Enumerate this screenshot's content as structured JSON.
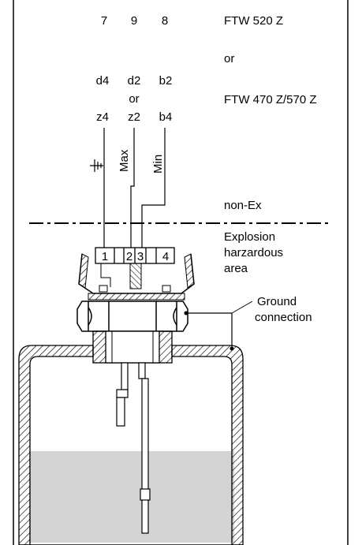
{
  "models": {
    "primary": "FTW 520 Z",
    "or_label": "or",
    "alternate": "FTW 470 Z/570 Z"
  },
  "wire_numbers": [
    "7",
    "9",
    "8"
  ],
  "primary_pins": [
    "d4",
    "d2",
    "b2"
  ],
  "middle_or": "or",
  "alternate_pins": [
    "z4",
    "z2",
    "b4"
  ],
  "wire_labels": {
    "max": "Max",
    "min": "Min"
  },
  "zones": {
    "safe": "non-Ex",
    "hazardous_line1": "Explosion",
    "hazardous_line2": "harzardous",
    "hazardous_line3": "area"
  },
  "terminals": [
    "1",
    "2",
    "3",
    "4"
  ],
  "ground": {
    "line1": "Ground",
    "line2": "connection"
  },
  "icons": {
    "ground_symbol": "ground-icon"
  },
  "colors": {
    "line": "#000000",
    "liquid": "#d4d4d4",
    "background": "#ffffff"
  }
}
